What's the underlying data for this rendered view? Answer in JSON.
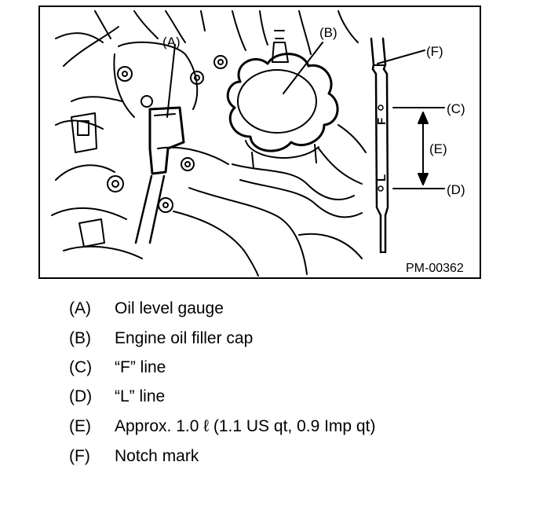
{
  "figure": {
    "code": "PM-00362",
    "callouts": {
      "a": "(A)",
      "b": "(B)",
      "c": "(C)",
      "d": "(D)",
      "e": "(E)",
      "f": "(F)"
    },
    "dipstick_marks": {
      "f_mark": "F",
      "l_mark": "L"
    }
  },
  "legend": {
    "items": [
      {
        "key": "(A)",
        "text": "Oil level gauge"
      },
      {
        "key": "(B)",
        "text": "Engine oil filler cap"
      },
      {
        "key": "(C)",
        "text": "“F” line"
      },
      {
        "key": "(D)",
        "text": "“L” line"
      },
      {
        "key": "(E)",
        "text": "Approx. 1.0 ℓ (1.1 US qt, 0.9 Imp qt)"
      },
      {
        "key": "(F)",
        "text": "Notch mark"
      }
    ]
  }
}
